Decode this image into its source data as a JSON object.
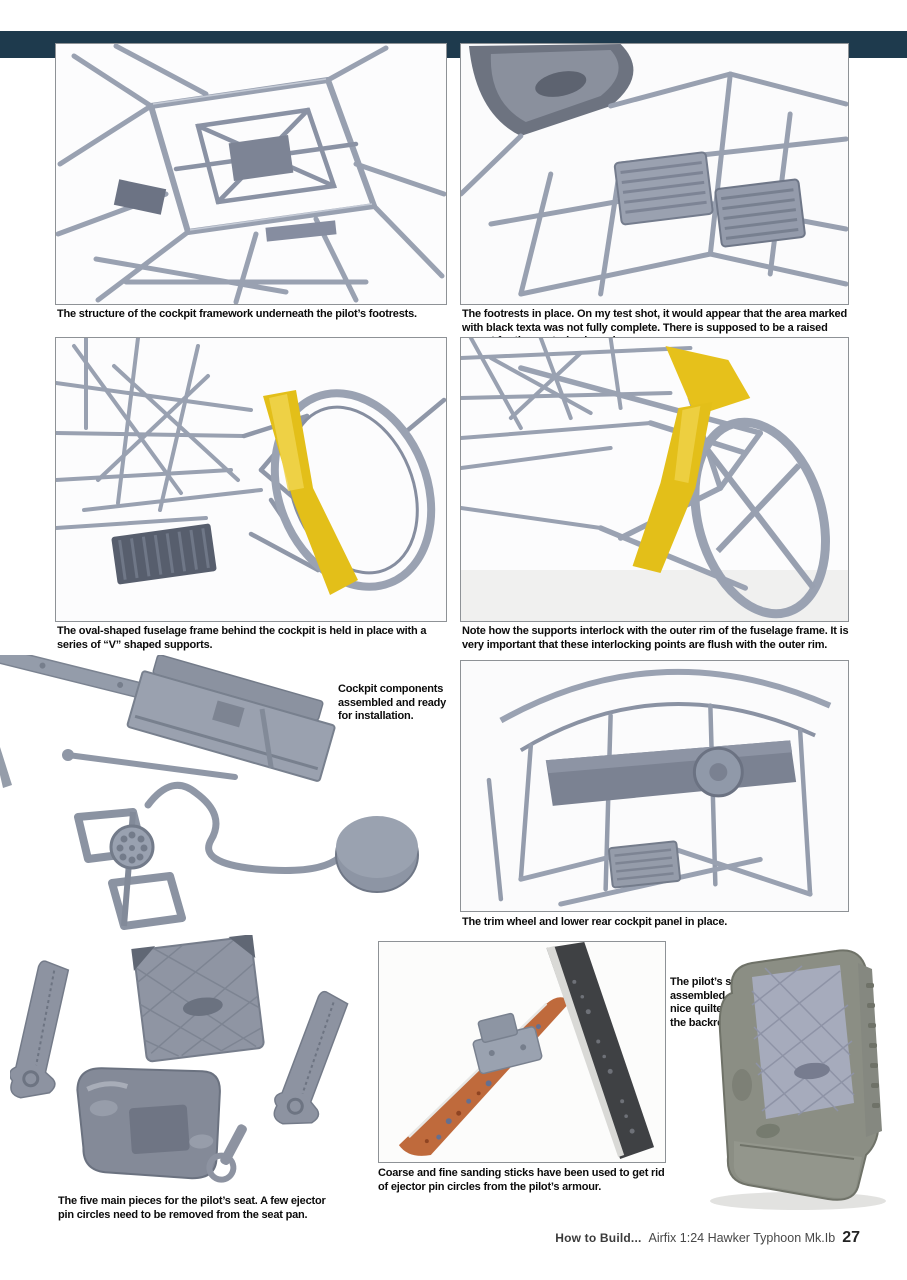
{
  "page": {
    "footer": {
      "series": "How to Build...",
      "title": "Airfix 1:24 Hawker Typhoon Mk.Ib",
      "page_number": "27"
    }
  },
  "captions": {
    "cockpit_framework": "The structure of the cockpit framework underneath the pilot’s footrests.",
    "footrests": "The footrests in place. On my test shot, it would appear that the area marked with black texta was not fully complete. There is supposed to be a raised mount for the control column here.",
    "fuselage_frame": "The oval-shaped fuselage frame behind the cockpit is held in place with a series of “V” shaped supports.",
    "supports_interlock": "Note how the supports interlock with the outer rim of the fuselage frame. It is very important that these interlocking points are flush with the outer rim.",
    "cockpit_components": "Cockpit components assembled and ready for installation.",
    "trim_wheel": "The trim wheel and lower rear cockpit panel in place.",
    "sanding_sticks": "Coarse and fine sanding sticks have been used to get rid of ejector pin circles from the pilot’s armour.",
    "seat_pieces": "The five main pieces for the pilot’s seat. A few ejector pin circles need to be removed from the seat pan.",
    "pilots_seat": "The pilot’s seat, assembled. Note the nice quilted effect of the backrest."
  },
  "colors": {
    "header_band": "#1e3a4d",
    "masking_tape_yellow": "#e3bf19",
    "plastic_gray": "#9aa2b2"
  }
}
